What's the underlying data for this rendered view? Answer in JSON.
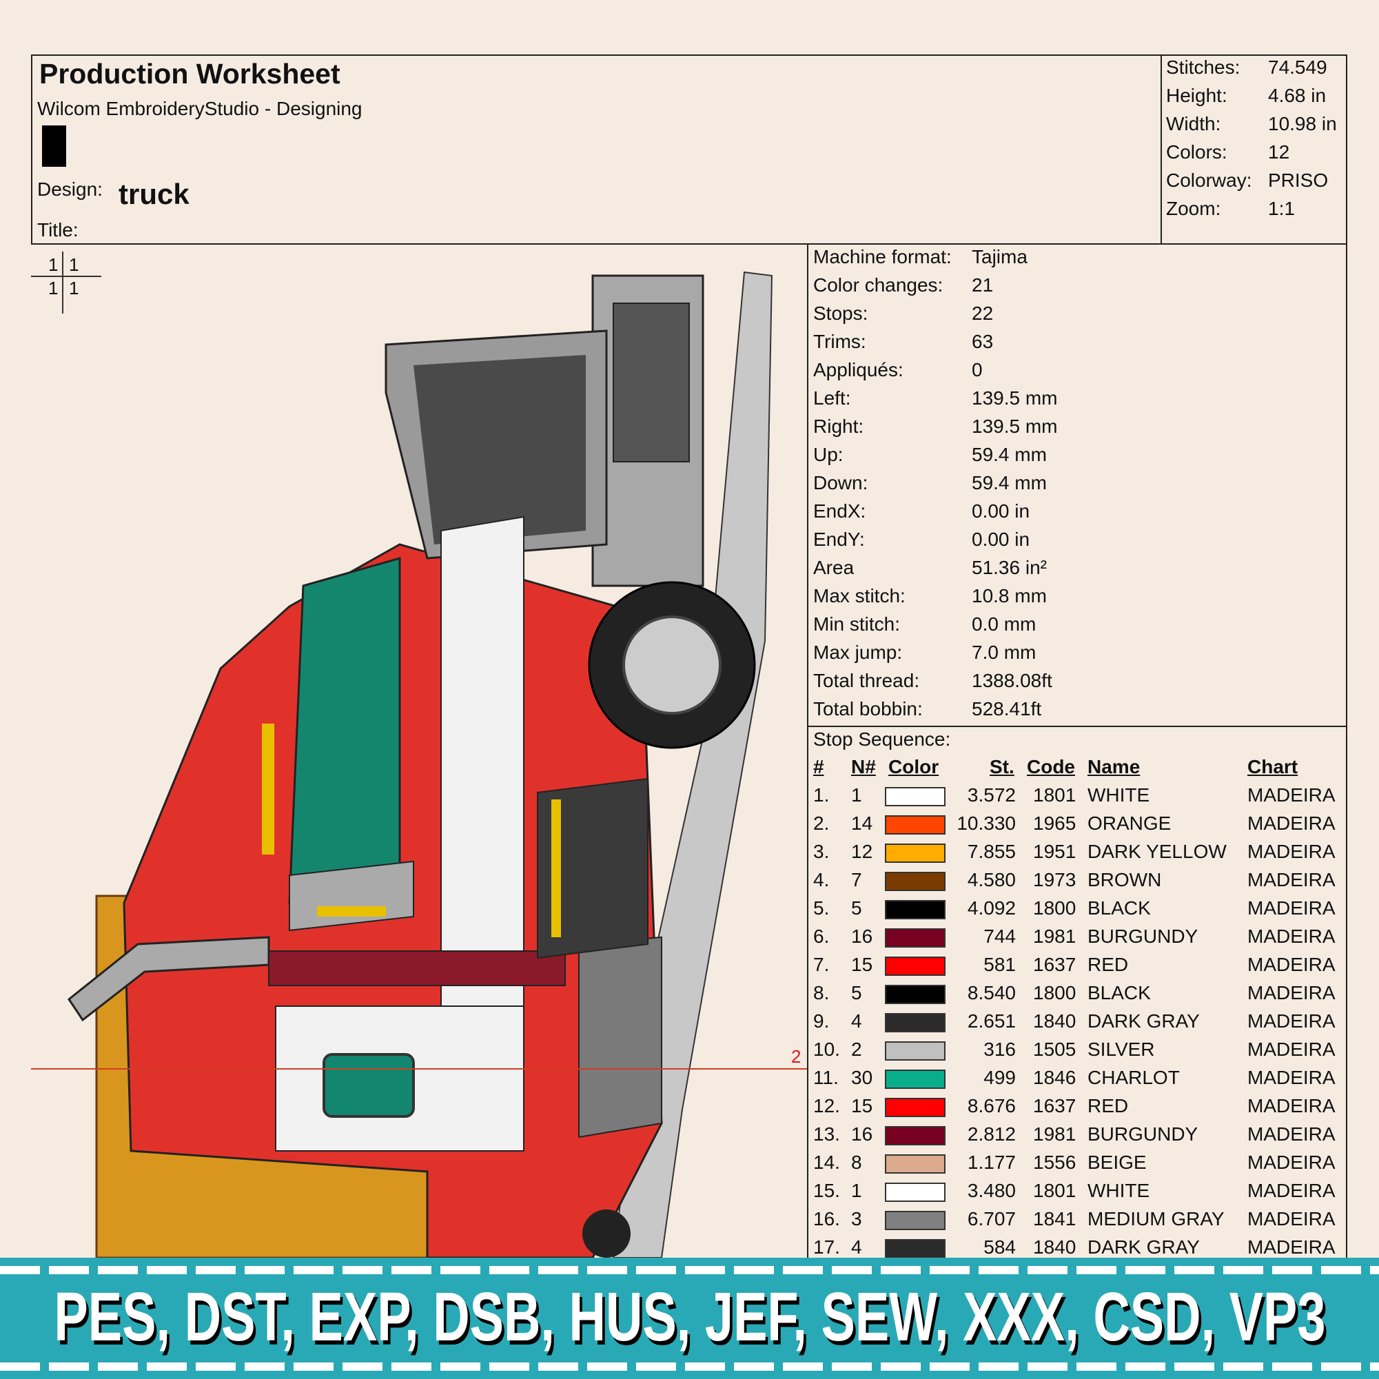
{
  "header": {
    "title": "Production Worksheet",
    "subtitle": "Wilcom EmbroideryStudio - Designing",
    "design_label": "Design:",
    "design_value": "truck",
    "title_label": "Title:"
  },
  "stats": [
    {
      "label": "Stitches:",
      "value": "74.549"
    },
    {
      "label": "Height:",
      "value": "4.68 in"
    },
    {
      "label": "Width:",
      "value": "10.98 in"
    },
    {
      "label": "Colors:",
      "value": "12"
    },
    {
      "label": "Colorway:",
      "value": "PRISO"
    },
    {
      "label": "Zoom:",
      "value": "1:1"
    }
  ],
  "info": [
    {
      "label": "Machine format:",
      "value": "Tajima"
    },
    {
      "label": "Color changes:",
      "value": "21"
    },
    {
      "label": "Stops:",
      "value": "22"
    },
    {
      "label": "Trims:",
      "value": "63"
    },
    {
      "label": "Appliqués:",
      "value": "0"
    },
    {
      "label": "Left:",
      "value": "139.5 mm"
    },
    {
      "label": "Right:",
      "value": "139.5 mm"
    },
    {
      "label": "Up:",
      "value": "59.4 mm"
    },
    {
      "label": "Down:",
      "value": "59.4 mm"
    },
    {
      "label": "EndX:",
      "value": "0.00 in"
    },
    {
      "label": "EndY:",
      "value": "0.00 in"
    },
    {
      "label": "Area",
      "value": " 51.36 in²"
    },
    {
      "label": "Max stitch:",
      "value": "10.8 mm"
    },
    {
      "label": "Min stitch:",
      "value": "0.0 mm"
    },
    {
      "label": "Max jump:",
      "value": "7.0 mm"
    },
    {
      "label": "Total thread:",
      "value": "1388.08ft"
    },
    {
      "label": "Total bobbin:",
      "value": "528.41ft"
    }
  ],
  "crosshair": {
    "tl": "1",
    "tr": "1",
    "bl": "1",
    "br": "1"
  },
  "marker_label": "2",
  "stop_sequence": {
    "title": "Stop Sequence:",
    "headers": {
      "num": "#",
      "n": "N#",
      "color": "Color",
      "st": "St.",
      "code": "Code",
      "name": "Name",
      "chart": "Chart"
    },
    "rows": [
      {
        "num": "1.",
        "n": "1",
        "color": "#ffffff",
        "st": "3.572",
        "code": "1801",
        "name": "WHITE",
        "chart": "MADEIRA"
      },
      {
        "num": "2.",
        "n": "14",
        "color": "#ff4500",
        "st": "10.330",
        "code": "1965",
        "name": "ORANGE",
        "chart": "MADEIRA"
      },
      {
        "num": "3.",
        "n": "12",
        "color": "#ffac00",
        "st": "7.855",
        "code": "1951",
        "name": "DARK YELLOW",
        "chart": "MADEIRA"
      },
      {
        "num": "4.",
        "n": "7",
        "color": "#7a3b00",
        "st": "4.580",
        "code": "1973",
        "name": "BROWN",
        "chart": "MADEIRA"
      },
      {
        "num": "5.",
        "n": "5",
        "color": "#000000",
        "st": "4.092",
        "code": "1800",
        "name": "BLACK",
        "chart": "MADEIRA"
      },
      {
        "num": "6.",
        "n": "16",
        "color": "#780020",
        "st": "744",
        "code": "1981",
        "name": "BURGUNDY",
        "chart": "MADEIRA"
      },
      {
        "num": "7.",
        "n": "15",
        "color": "#ff0000",
        "st": "581",
        "code": "1637",
        "name": "RED",
        "chart": "MADEIRA"
      },
      {
        "num": "8.",
        "n": "5",
        "color": "#000000",
        "st": "8.540",
        "code": "1800",
        "name": "BLACK",
        "chart": "MADEIRA"
      },
      {
        "num": "9.",
        "n": "4",
        "color": "#2b2b2b",
        "st": "2.651",
        "code": "1840",
        "name": "DARK GRAY",
        "chart": "MADEIRA"
      },
      {
        "num": "10.",
        "n": "2",
        "color": "#c0c0c0",
        "st": "316",
        "code": "1505",
        "name": "SILVER",
        "chart": "MADEIRA"
      },
      {
        "num": "11.",
        "n": "30",
        "color": "#08ae8c",
        "st": "499",
        "code": "1846",
        "name": "CHARLOT",
        "chart": "MADEIRA"
      },
      {
        "num": "12.",
        "n": "15",
        "color": "#ff0000",
        "st": "8.676",
        "code": "1637",
        "name": "RED",
        "chart": "MADEIRA"
      },
      {
        "num": "13.",
        "n": "16",
        "color": "#780020",
        "st": "2.812",
        "code": "1981",
        "name": "BURGUNDY",
        "chart": "MADEIRA"
      },
      {
        "num": "14.",
        "n": "8",
        "color": "#dcaa8c",
        "st": "1.177",
        "code": "1556",
        "name": "BEIGE",
        "chart": "MADEIRA"
      },
      {
        "num": "15.",
        "n": "1",
        "color": "#ffffff",
        "st": "3.480",
        "code": "1801",
        "name": "WHITE",
        "chart": "MADEIRA"
      },
      {
        "num": "16.",
        "n": "3",
        "color": "#808080",
        "st": "6.707",
        "code": "1841",
        "name": "MEDIUM GRAY",
        "chart": "MADEIRA"
      },
      {
        "num": "17.",
        "n": "4",
        "color": "#2b2b2b",
        "st": "584",
        "code": "1840",
        "name": "DARK GRAY",
        "chart": "MADEIRA"
      }
    ]
  },
  "banner": {
    "formats": "PES, DST, EXP, DSB, HUS, JEF, SEW, XXX, CSD, VP3",
    "color": "#29a9b5"
  }
}
